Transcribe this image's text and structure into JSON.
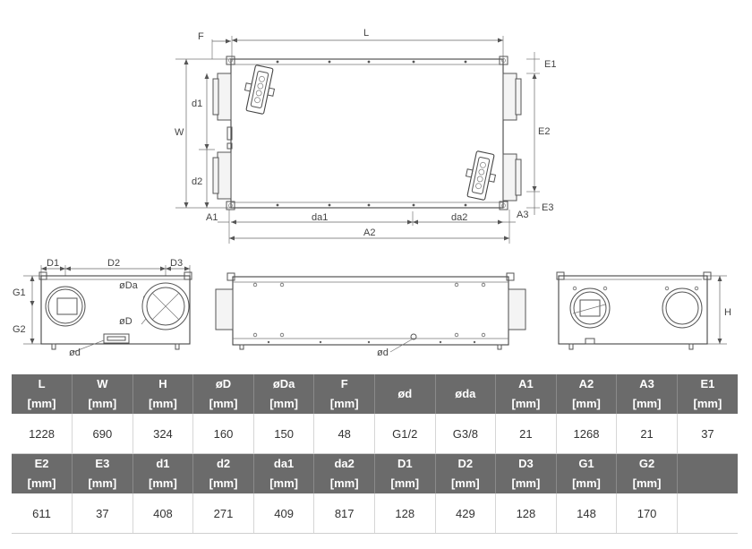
{
  "drawing_labels": {
    "F": "F",
    "L": "L",
    "E1": "E1",
    "E2": "E2",
    "E3": "E3",
    "d1": "d1",
    "d2": "d2",
    "W": "W",
    "A1": "A1",
    "da1": "da1",
    "da2": "da2",
    "A3": "A3",
    "A2": "A2",
    "D1": "D1",
    "D2": "D2",
    "D3": "D3",
    "G1": "G1",
    "G2": "G2",
    "oDa": "øDa",
    "oD": "øD",
    "od_left": "ød",
    "od_middle": "ød",
    "H": "H"
  },
  "table": {
    "row1_headers": [
      {
        "name": "L",
        "unit": "[mm]"
      },
      {
        "name": "W",
        "unit": "[mm]"
      },
      {
        "name": "H",
        "unit": "[mm]"
      },
      {
        "name": "øD",
        "unit": "[mm]"
      },
      {
        "name": "øDa",
        "unit": "[mm]"
      },
      {
        "name": "F",
        "unit": "[mm]"
      },
      {
        "name": "ød",
        "unit": ""
      },
      {
        "name": "øda",
        "unit": ""
      },
      {
        "name": "A1",
        "unit": "[mm]"
      },
      {
        "name": "A2",
        "unit": "[mm]"
      },
      {
        "name": "A3",
        "unit": "[mm]"
      },
      {
        "name": "E1",
        "unit": "[mm]"
      }
    ],
    "row1_values": [
      "1228",
      "690",
      "324",
      "160",
      "150",
      "48",
      "G1/2",
      "G3/8",
      "21",
      "1268",
      "21",
      "37"
    ],
    "row2_headers": [
      {
        "name": "E2",
        "unit": "[mm]"
      },
      {
        "name": "E3",
        "unit": "[mm]"
      },
      {
        "name": "d1",
        "unit": "[mm]"
      },
      {
        "name": "d2",
        "unit": "[mm]"
      },
      {
        "name": "da1",
        "unit": "[mm]"
      },
      {
        "name": "da2",
        "unit": "[mm]"
      },
      {
        "name": "D1",
        "unit": "[mm]"
      },
      {
        "name": "D2",
        "unit": "[mm]"
      },
      {
        "name": "D3",
        "unit": "[mm]"
      },
      {
        "name": "G1",
        "unit": "[mm]"
      },
      {
        "name": "G2",
        "unit": "[mm]"
      },
      {
        "name": "",
        "unit": ""
      }
    ],
    "row2_values": [
      "611",
      "37",
      "408",
      "271",
      "409",
      "817",
      "128",
      "429",
      "128",
      "148",
      "170",
      ""
    ]
  }
}
